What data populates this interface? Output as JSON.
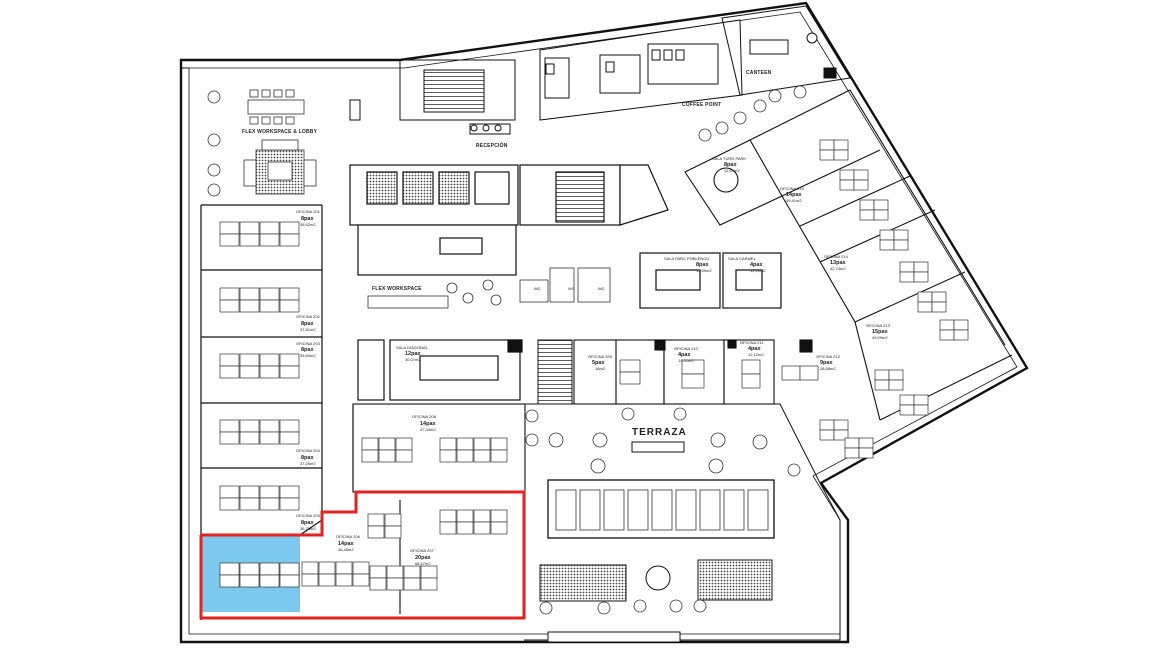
{
  "floor_plan": {
    "zones": {
      "flex_lobby": "FLEX WORKSPACE & LOBBY",
      "reception": "RECEPCIÓN",
      "coffee_point": "COFFEE POINT",
      "canteen": "CANTEEN",
      "flex_workspace": "FLEX WORKSPACE",
      "terraza": "TERRAZA"
    },
    "restrooms": [
      "WC",
      "WC",
      "WC"
    ],
    "left_offices": [
      {
        "name": "OFICINA 201",
        "pax": "8pax",
        "area": "35,62m2"
      },
      {
        "name": "OFICINA 202",
        "pax": "8pax",
        "area": "37,81m2"
      },
      {
        "name": "OFICINA 203",
        "pax": "8pax",
        "area": "35,65m2"
      },
      {
        "name": "OFICINA 204",
        "pax": "8pax",
        "area": "37,26m2"
      },
      {
        "name": "OFICINA 205",
        "pax": "8pax",
        "area": "36,78m2"
      }
    ],
    "central_offices": [
      {
        "name": "OFICINA 206",
        "pax": "14pax",
        "area": "46,45m2"
      },
      {
        "name": "OFICINA 207",
        "pax": "20pax",
        "area": "68,67m2"
      },
      {
        "name": "OFICINA 208",
        "pax": "14pax",
        "area": "47,34m2"
      }
    ],
    "meeting_rooms": [
      {
        "name": "SALA DIAGONAL",
        "pax": "12pax",
        "area": "30,07m2"
      },
      {
        "name": "SALA TURÓ PARK",
        "pax": "8pax",
        "area": "12,64m2"
      },
      {
        "name": "SALA PARC POBLENOU",
        "pax": "8pax",
        "area": "15,59m2"
      },
      {
        "name": "SALA CARMEL",
        "pax": "4pax",
        "area": "12,24m2"
      }
    ],
    "east_offices": [
      {
        "name": "OFICINA 209",
        "pax": "5pax",
        "area": "16m2"
      },
      {
        "name": "OFICINA 210",
        "pax": "4pax",
        "area": "14,41m2"
      },
      {
        "name": "OFICINA 211",
        "pax": "4pax",
        "area": "12,12m2"
      },
      {
        "name": "OFICINA 212",
        "pax": "9pax",
        "area": "28,58m2"
      },
      {
        "name": "OFICINA 213",
        "pax": "15pax",
        "area": "49,09m2"
      },
      {
        "name": "OFICINA 214",
        "pax": "13pax",
        "area": "42,74m2"
      },
      {
        "name": "OFICINA 215",
        "pax": "14pax",
        "area": "49,41m2"
      }
    ],
    "colors": {
      "walls": "#111111",
      "highlight_outline": "#e32222",
      "selected_fill": "#7cc8ef",
      "hatch": "#444444"
    }
  }
}
